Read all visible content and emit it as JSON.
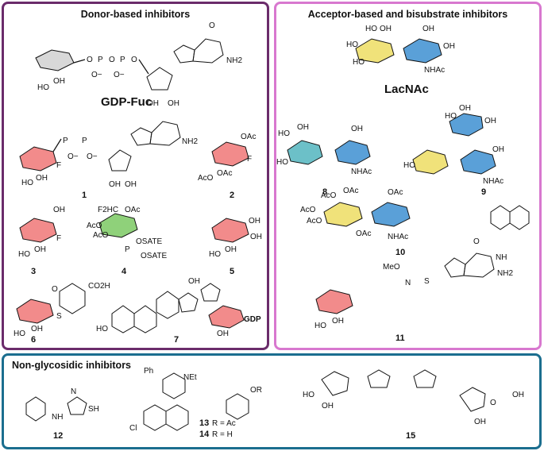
{
  "panels": {
    "donor": {
      "title": "Donor-based inhibitors",
      "border_color": "#6b2c6b"
    },
    "acceptor": {
      "title": "Acceptor-based and bisubstrate inhibitors",
      "border_color": "#d878cf"
    },
    "nonglyco": {
      "title": "Non-glycosidic inhibitors",
      "border_color": "#1b6e8f"
    }
  },
  "ring_colors": {
    "fucose": "#f28b8b",
    "green": "#8fd17a",
    "blue": "#5aa0d8",
    "teal": "#6cc0c8",
    "yellow": "#f0e27a",
    "gray": "#d8d8d8"
  },
  "compounds": {
    "gdp_fuc": {
      "name": "GDP-Fuc"
    },
    "lacnac": {
      "name": "LacNAc"
    },
    "c1": "1",
    "c2": "2",
    "c3": "3",
    "c4": "4",
    "c5": "5",
    "c6": "6",
    "c7": "7",
    "c8": "8",
    "c9": "9",
    "c10": "10",
    "c11": "11",
    "c12": "12",
    "c15": "15",
    "c13": "13",
    "c14": "14"
  },
  "groups": {
    "nh2": "NH2",
    "o": "O",
    "oac": "OAc",
    "aco": "AcO",
    "f": "F",
    "ho": "HO",
    "oh": "OH",
    "nhac": "NHAc",
    "osate": "OSATE",
    "f2hc": "F2HC",
    "co2h": "CO2H",
    "s": "S",
    "gdp": "GDP",
    "meo": "MeO",
    "sh": "SH",
    "n": "N",
    "nh": "NH",
    "h": "H",
    "ph": "Ph",
    "net": "NEt",
    "or": "OR",
    "cl": "Cl",
    "r_ac": "R = Ac",
    "r_h": "R = H",
    "o_minus": "O−",
    "p": "P",
    "o_eq": "O"
  }
}
